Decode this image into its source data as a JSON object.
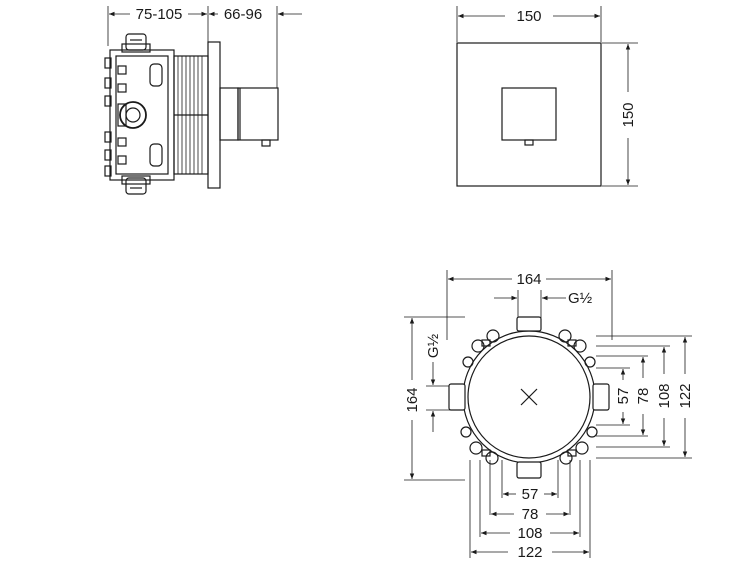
{
  "side_view": {
    "dim_depth": "75-105",
    "dim_projection": "66-96"
  },
  "front_view": {
    "dim_width": "150",
    "dim_height": "150"
  },
  "rear_view": {
    "dim_top_width": "164",
    "dim_thread_top": "G½",
    "dim_left_height": "164",
    "dim_thread_left": "G½",
    "dim_right_57": "57",
    "dim_right_78": "78",
    "dim_right_108": "108",
    "dim_right_122": "122",
    "dim_bottom_57": "57",
    "dim_bottom_78": "78",
    "dim_bottom_108": "108",
    "dim_bottom_122": "122"
  }
}
